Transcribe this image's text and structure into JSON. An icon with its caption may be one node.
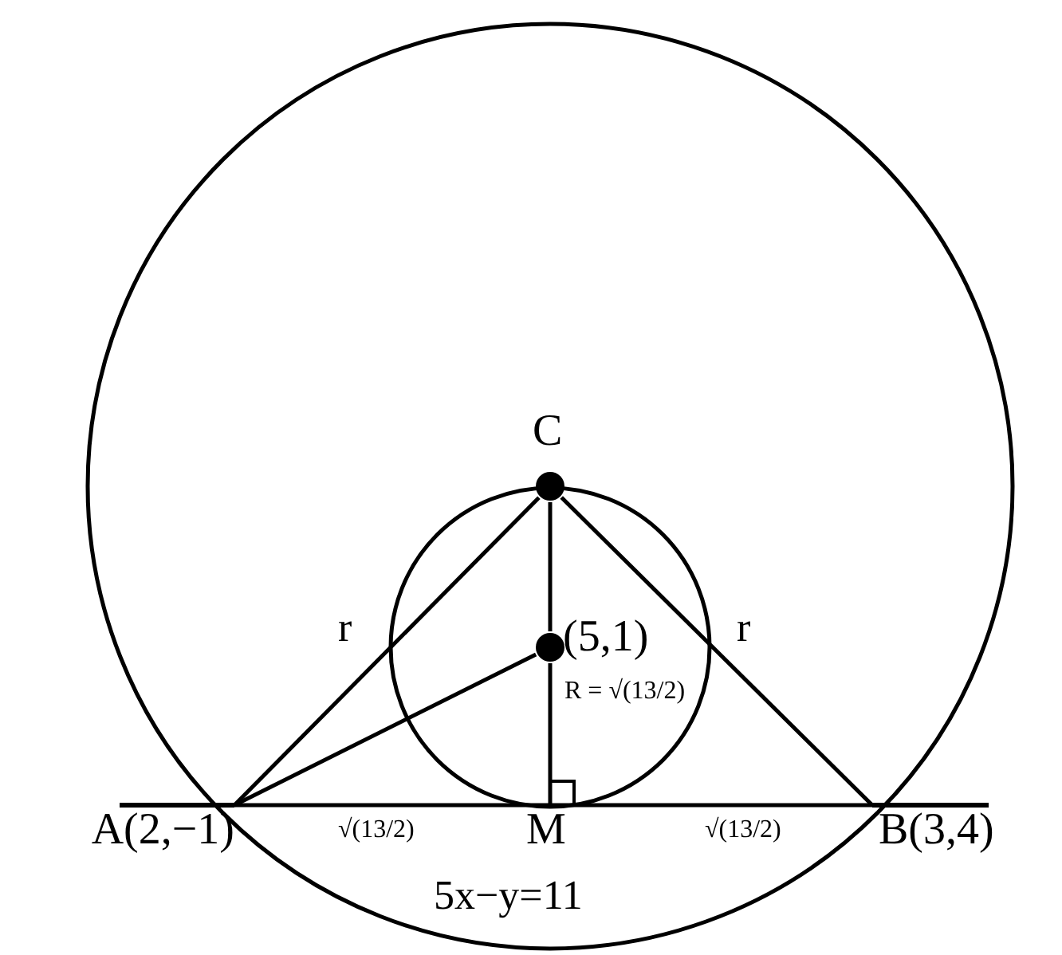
{
  "diagram": {
    "nodes": [
      {
        "text": [
          "C"
        ]
      },
      {
        "text": [
          "(5,1)"
        ]
      },
      {
        "text": [
          "A(2,−1)"
        ]
      },
      {
        "text": [
          "B(3,4)"
        ]
      },
      {
        "text": [
          "M"
        ]
      }
    ],
    "edges": [
      {
        "from": 0,
        "to": 2,
        "arrow": "none",
        "label": "r"
      },
      {
        "from": 0,
        "to": 3,
        "arrow": "none",
        "label": "r"
      },
      {
        "from": 0,
        "to": 1,
        "arrow": "none"
      },
      {
        "from": 1,
        "to": 4,
        "arrow": "none",
        "label": "R = √(13/2)"
      },
      {
        "from": 1,
        "to": 2,
        "arrow": "none"
      },
      {
        "from": 2,
        "to": 4,
        "arrow": "none",
        "label": "√(13/2)"
      },
      {
        "from": 4,
        "to": 3,
        "arrow": "none",
        "label": "√(13/2)"
      }
    ],
    "labels": [
      "5x−y=11"
    ]
  }
}
